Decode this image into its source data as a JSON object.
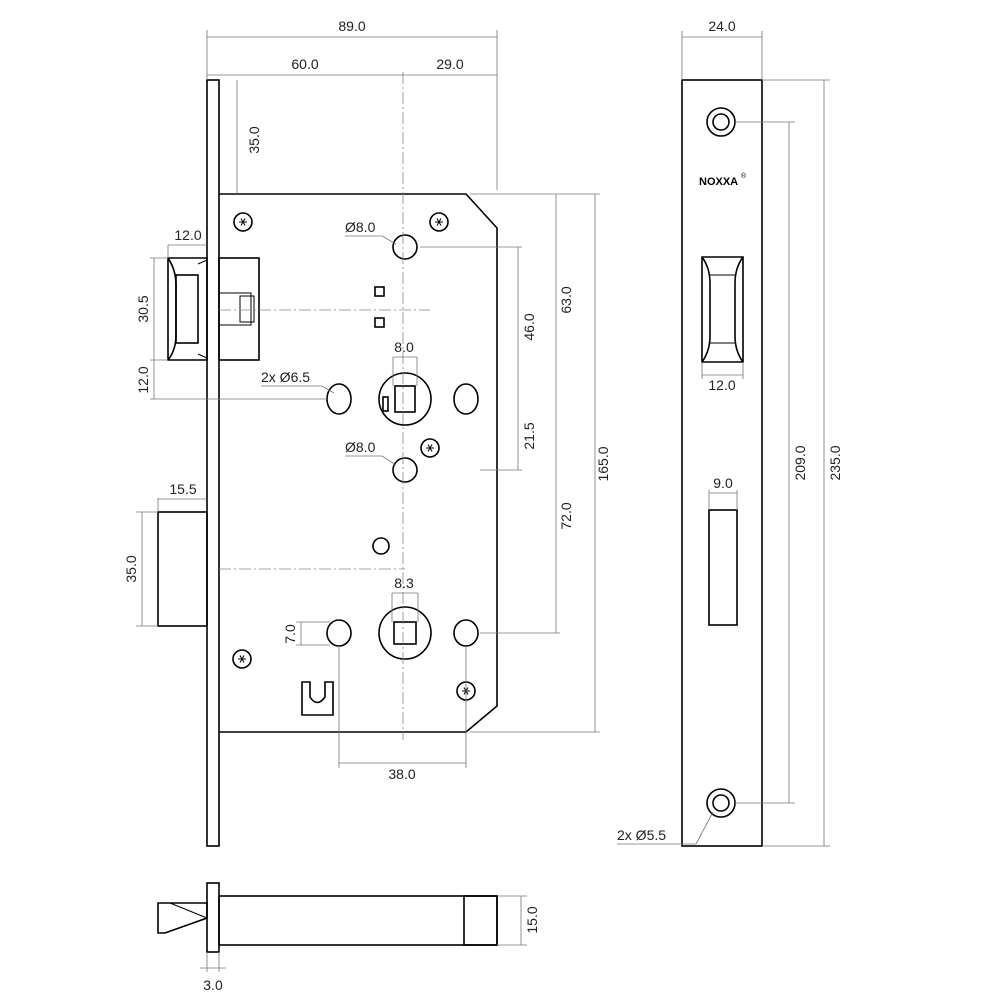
{
  "brand": {
    "name": "NOXXA",
    "mark": "®"
  },
  "dimensions": {
    "overall_width": "89.0",
    "backset": "60.0",
    "follower_offset": "29.0",
    "top_to_case": "35.0",
    "latch_width": "12.0",
    "latch_height": "30.5",
    "latch_to_follower": "12.0",
    "follower_hole_dia": "Ø8.0",
    "holes_top_dist": "46.0",
    "handle_to_top": "63.0",
    "spindle_top": "8.0",
    "fixing_holes_dia": "2x Ø6.5",
    "hole_below_dia": "Ø8.0",
    "hole_below_dist": "21.5",
    "case_height": "165.0",
    "bolt_width": "15.5",
    "bolt_height": "35.0",
    "centre_distance": "72.0",
    "spindle_bottom": "8.3",
    "lower_slot_height": "7.0",
    "lower_holes_spacing": "38.0",
    "faceplate_width": "24.0",
    "faceplate_latch_width": "12.0",
    "faceplate_bolt_width": "9.0",
    "screw_spacing": "209.0",
    "faceplate_height": "235.0",
    "screw_holes_dia": "2x Ø5.5",
    "depth": "15.0",
    "faceplate_thickness": "3.0"
  }
}
